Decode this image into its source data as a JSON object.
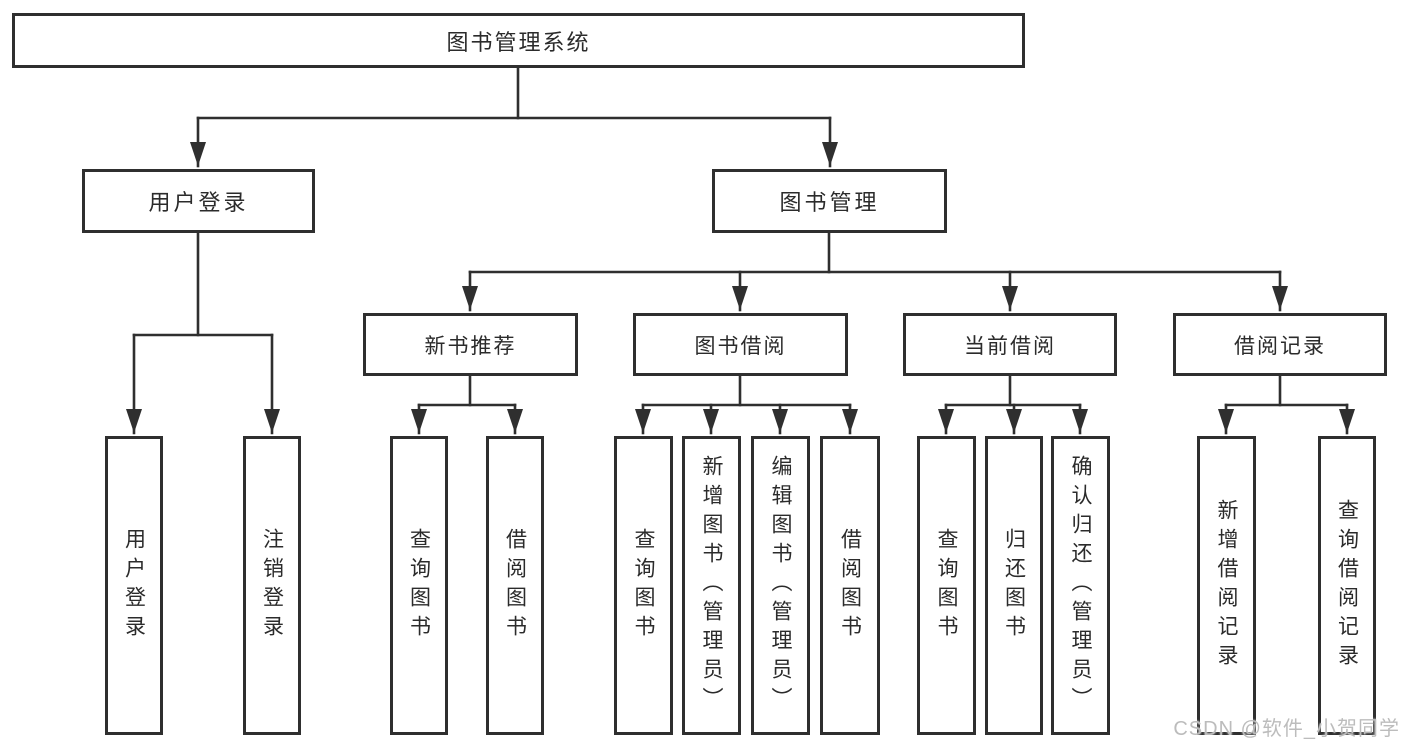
{
  "tree": {
    "root": {
      "label": "图书管理系统"
    },
    "children": [
      {
        "label": "用户登录",
        "children": [
          {
            "label": "用户登录"
          },
          {
            "label": "注销登录"
          }
        ]
      },
      {
        "label": "图书管理",
        "children": [
          {
            "label": "新书推荐",
            "children": [
              {
                "label": "查询图书"
              },
              {
                "label": "借阅图书"
              }
            ]
          },
          {
            "label": "图书借阅",
            "children": [
              {
                "label": "查询图书"
              },
              {
                "label": "新增图书（管理员）"
              },
              {
                "label": "编辑图书（管理员）"
              },
              {
                "label": "借阅图书"
              }
            ]
          },
          {
            "label": "当前借阅",
            "children": [
              {
                "label": "查询图书"
              },
              {
                "label": "归还图书"
              },
              {
                "label": "确认归还（管理员）"
              }
            ]
          },
          {
            "label": "借阅记录",
            "children": [
              {
                "label": "新增借阅记录"
              },
              {
                "label": "查询借阅记录"
              }
            ]
          }
        ]
      }
    ]
  },
  "watermark": {
    "text": "CSDN @软件_小贺同学"
  },
  "colors": {
    "line": "#2f2f2f",
    "text": "#2b2b2b",
    "watermark": "#bcbcbc",
    "background": "#ffffff"
  }
}
